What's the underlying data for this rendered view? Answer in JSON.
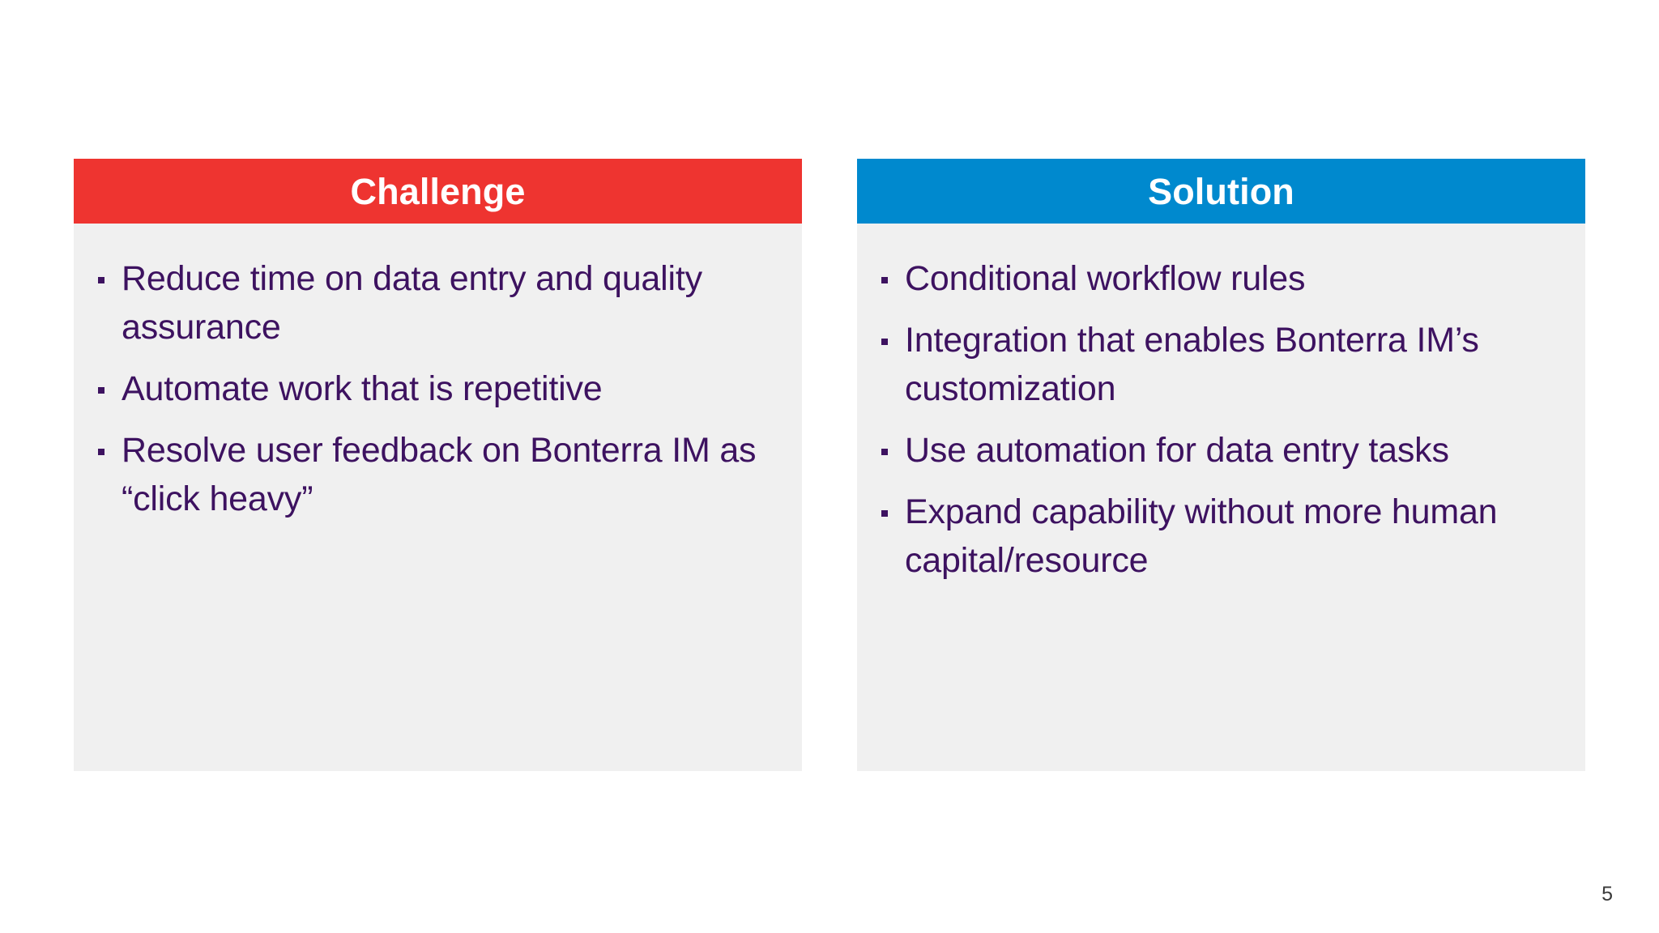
{
  "slide": {
    "page_number": "5",
    "background_color": "#ffffff"
  },
  "columns": [
    {
      "key": "challenge",
      "header_label": "Challenge",
      "header_color": "#ee3430",
      "header_text_color": "#ffffff",
      "body_color": "#f0f0f0",
      "text_color": "#3d1260",
      "bullets": [
        "Reduce time on data entry and quality assurance",
        "Automate work that is repetitive",
        "Resolve user feedback on Bonterra IM as “click heavy”"
      ]
    },
    {
      "key": "solution",
      "header_label": "Solution",
      "header_color": "#0089ce",
      "header_text_color": "#ffffff",
      "body_color": "#f0f0f0",
      "text_color": "#3d1260",
      "bullets": [
        "Conditional workflow rules",
        "Integration that enables Bonterra IM’s customization",
        "Use automation for data entry tasks",
        "Expand capability without more human capital/resource"
      ]
    }
  ]
}
